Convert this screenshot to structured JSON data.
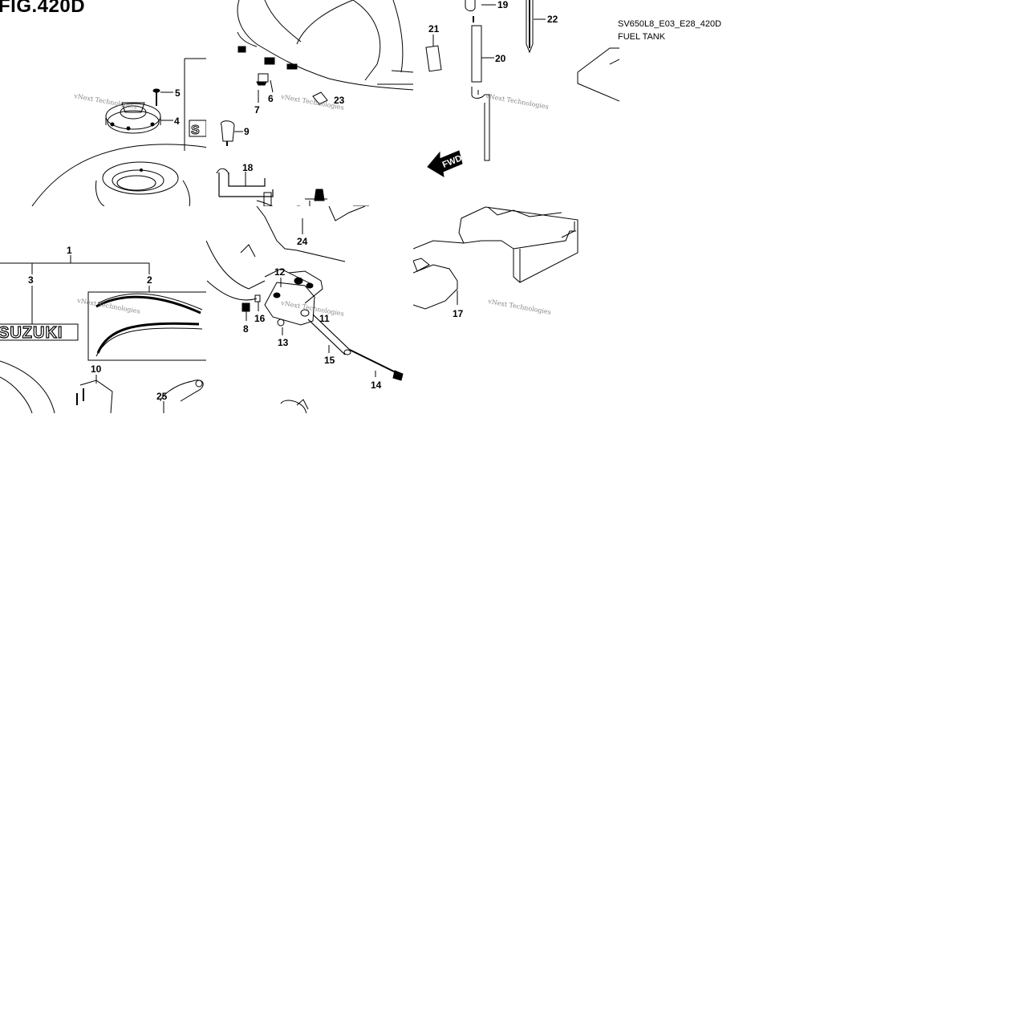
{
  "figure": {
    "title": "FIG.420D",
    "model_code": "SV650L8_E03_E28_420D",
    "section_name": "FUEL TANK"
  },
  "logo_text": "SUZUKI",
  "logo_partial": "S",
  "direction_arrow": "FWD",
  "watermark": "vNext Technologies",
  "callouts": [
    {
      "id": "c1",
      "label": "1"
    },
    {
      "id": "c2",
      "label": "2"
    },
    {
      "id": "c3",
      "label": "3"
    },
    {
      "id": "c4",
      "label": "4"
    },
    {
      "id": "c5",
      "label": "5"
    },
    {
      "id": "c6",
      "label": "6"
    },
    {
      "id": "c7",
      "label": "7"
    },
    {
      "id": "c8",
      "label": "8"
    },
    {
      "id": "c9",
      "label": "9"
    },
    {
      "id": "c10",
      "label": "10"
    },
    {
      "id": "c11",
      "label": "11"
    },
    {
      "id": "c12",
      "label": "12"
    },
    {
      "id": "c13",
      "label": "13"
    },
    {
      "id": "c14",
      "label": "14"
    },
    {
      "id": "c15",
      "label": "15"
    },
    {
      "id": "c16",
      "label": "16"
    },
    {
      "id": "c17",
      "label": "17"
    },
    {
      "id": "c18",
      "label": "18"
    },
    {
      "id": "c19",
      "label": "19"
    },
    {
      "id": "c20",
      "label": "20"
    },
    {
      "id": "c21",
      "label": "21"
    },
    {
      "id": "c22",
      "label": "22"
    },
    {
      "id": "c23",
      "label": "23"
    },
    {
      "id": "c24",
      "label": "24"
    },
    {
      "id": "c25",
      "label": "25"
    }
  ]
}
